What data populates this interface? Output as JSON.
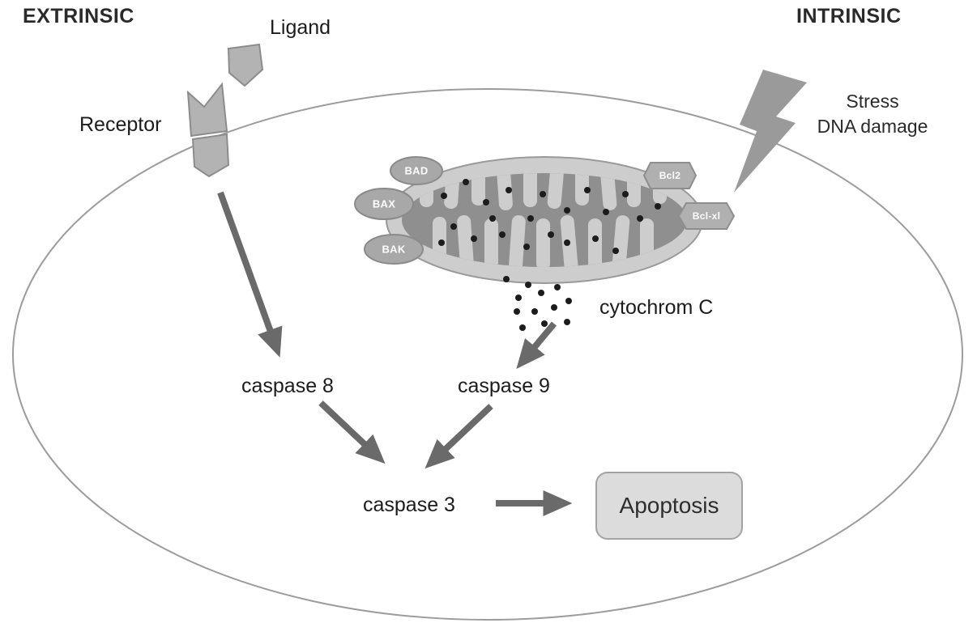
{
  "titles": {
    "extrinsic": "EXTRINSIC",
    "intrinsic": "INTRINSIC"
  },
  "labels": {
    "ligand": "Ligand",
    "receptor": "Receptor",
    "stress": "Stress\nDNA damage",
    "cytochrome_c": "cytochrom C",
    "caspase8": "caspase 8",
    "caspase9": "caspase 9",
    "caspase3": "caspase 3",
    "apoptosis": "Apoptosis"
  },
  "proteins": {
    "bad": "BAD",
    "bax": "BAX",
    "bak": "BAK",
    "bcl2": "Bcl2",
    "bclxl": "Bcl-xl"
  },
  "colors": {
    "membrane_stroke": "#9c9c9c",
    "shape_fill": "#b3b3b3",
    "shape_stroke": "#8c8c8c",
    "arrow": "#6a6a6a",
    "mitochondria_outer": "#cdcdcd",
    "mitochondria_matrix": "#8f8f8f",
    "dot": "#1c1c1c",
    "apoptosis_fill": "#dcdcdc",
    "text": "#1f1f1f"
  }
}
